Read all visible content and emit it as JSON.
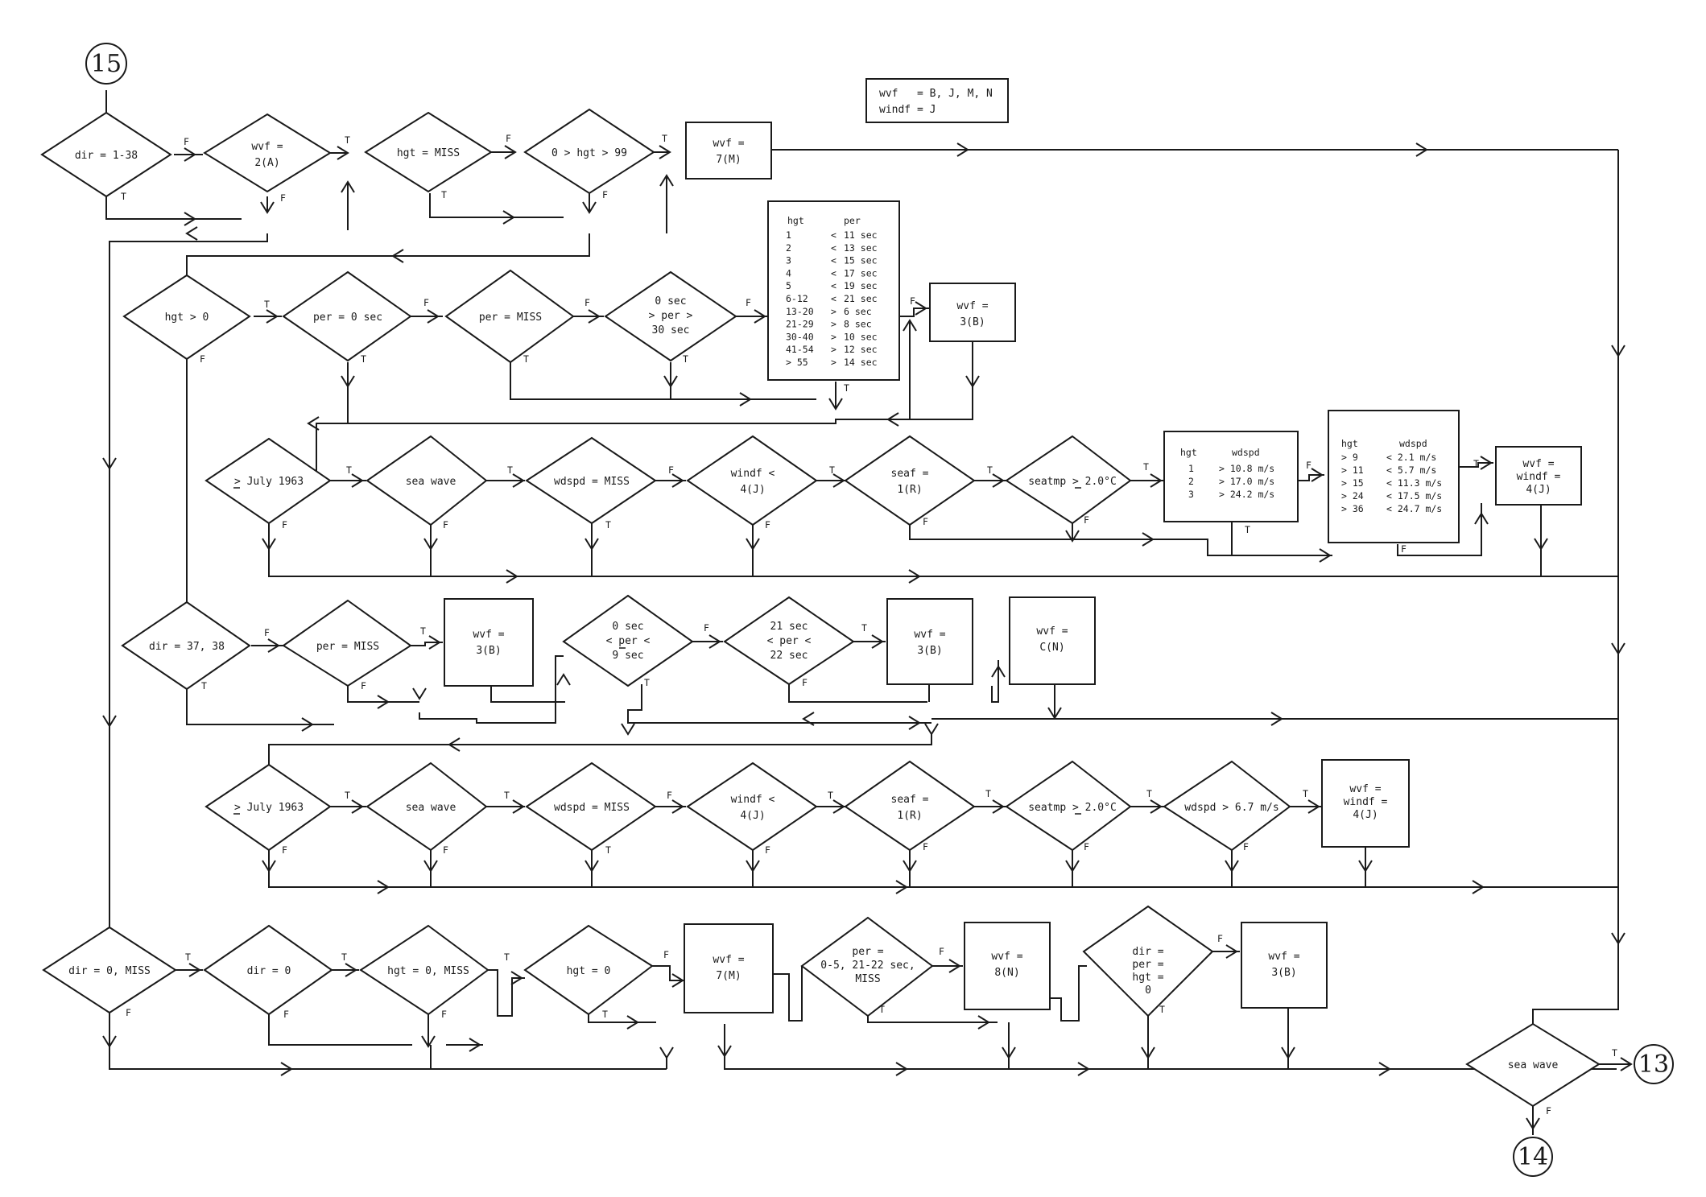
{
  "connectors": {
    "start": "15",
    "sea_wave_true": "13",
    "sea_wave_false": "14"
  },
  "branch_labels": {
    "true": "T",
    "false": "F"
  },
  "legend": {
    "wvf_line": "wvf   = B, J, M, N",
    "windf_line": "windf = J"
  },
  "row1": {
    "dir": "dir = 1-38",
    "wvf_2a": [
      "wvf =",
      "2(A)"
    ],
    "hgt_miss": "hgt = MISS",
    "hgt_range": "0 > hgt > 99",
    "wvf_7m": [
      "wvf =",
      "7(M)"
    ]
  },
  "row2": {
    "hgt_gt0": "hgt > 0",
    "per_0": "per = 0 sec",
    "per_miss": "per = MISS",
    "per_range": [
      "0 sec",
      "> per >",
      "30 sec"
    ],
    "table_header": {
      "hgt": "hgt",
      "per": "per"
    },
    "table_rows": [
      {
        "hgt": "1",
        "op": "<",
        "per": "11 sec"
      },
      {
        "hgt": "2",
        "op": "<",
        "per": "13 sec"
      },
      {
        "hgt": "3",
        "op": "<",
        "per": "15 sec"
      },
      {
        "hgt": "4",
        "op": "<",
        "per": "17 sec"
      },
      {
        "hgt": "5",
        "op": "<",
        "per": "19 sec"
      },
      {
        "hgt": "6-12",
        "op": "<",
        "per": "21 sec"
      },
      {
        "hgt": "13-20",
        "op": ">",
        "per": "6 sec"
      },
      {
        "hgt": "21-29",
        "op": ">",
        "per": "8 sec"
      },
      {
        "hgt": "30-40",
        "op": ">",
        "per": "10 sec"
      },
      {
        "hgt": "41-54",
        "op": ">",
        "per": "12 sec"
      },
      {
        "hgt": "> 55",
        "op": ">",
        "per": "14 sec"
      }
    ],
    "wvf_3b": [
      "wvf =",
      "3(B)"
    ]
  },
  "row3": {
    "july": "> July 1963",
    "sea_wave": "sea wave",
    "wdspd_miss": "wdspd = MISS",
    "windf": [
      "windf <",
      "4(J)"
    ],
    "seaf": [
      "seaf =",
      "1(R)"
    ],
    "seatmp": "seatmp > 2.0°C",
    "tableA_header": {
      "hgt": "hgt",
      "wdspd": "wdspd"
    },
    "tableA_rows": [
      {
        "hgt": "1",
        "wdspd": "> 10.8 m/s"
      },
      {
        "hgt": "2",
        "wdspd": "> 17.0 m/s"
      },
      {
        "hgt": "3",
        "wdspd": "> 24.2 m/s"
      }
    ],
    "tableB_header": {
      "hgt": "hgt",
      "wdspd": "wdspd"
    },
    "tableB_rows": [
      {
        "hgt": ">  9",
        "wdspd": "<  2.1 m/s"
      },
      {
        "hgt": "> 11",
        "wdspd": "<  5.7 m/s"
      },
      {
        "hgt": "> 15",
        "wdspd": "< 11.3 m/s"
      },
      {
        "hgt": "> 24",
        "wdspd": "< 17.5 m/s"
      },
      {
        "hgt": "> 36",
        "wdspd": "< 24.7 m/s"
      }
    ],
    "wvf_windf": [
      "wvf =",
      "windf =",
      "4(J)"
    ]
  },
  "row4": {
    "dir": "dir = 37, 38",
    "per_miss": "per = MISS",
    "wvf_3b": [
      "wvf =",
      "3(B)"
    ],
    "per_0_9": [
      "0 sec",
      "< per <",
      "9 sec"
    ],
    "per_21_22": [
      "21 sec",
      "< per <",
      "22 sec"
    ],
    "wvf_3b_2": [
      "wvf =",
      "3(B)"
    ],
    "wvf_cn": [
      "wvf =",
      "C(N)"
    ]
  },
  "row5": {
    "july": "> July 1963",
    "sea_wave": "sea wave",
    "wdspd_miss": "wdspd = MISS",
    "windf": [
      "windf <",
      "4(J)"
    ],
    "seaf": [
      "seaf =",
      "1(R)"
    ],
    "seatmp": "seatmp > 2.0°C",
    "wdspd_gt": "wdspd > 6.7 m/s",
    "wvf_windf": [
      "wvf =",
      "windf =",
      "4(J)"
    ]
  },
  "row6": {
    "dir": "dir = 0, MISS",
    "dir0": "dir = 0",
    "hgt_0_miss": "hgt = 0, MISS",
    "hgt0": "hgt = 0",
    "wvf_7m": [
      "wvf =",
      "7(M)"
    ],
    "per_list": [
      "per =",
      "0-5, 21-22 sec,",
      "MISS"
    ],
    "wvf_8n": [
      "wvf =",
      "8(N)"
    ],
    "dir_per_hgt": [
      "dir =",
      "per =",
      "hgt =",
      "0"
    ],
    "wvf_3b": [
      "wvf =",
      "3(B)"
    ],
    "sea_wave_final": "sea wave"
  }
}
